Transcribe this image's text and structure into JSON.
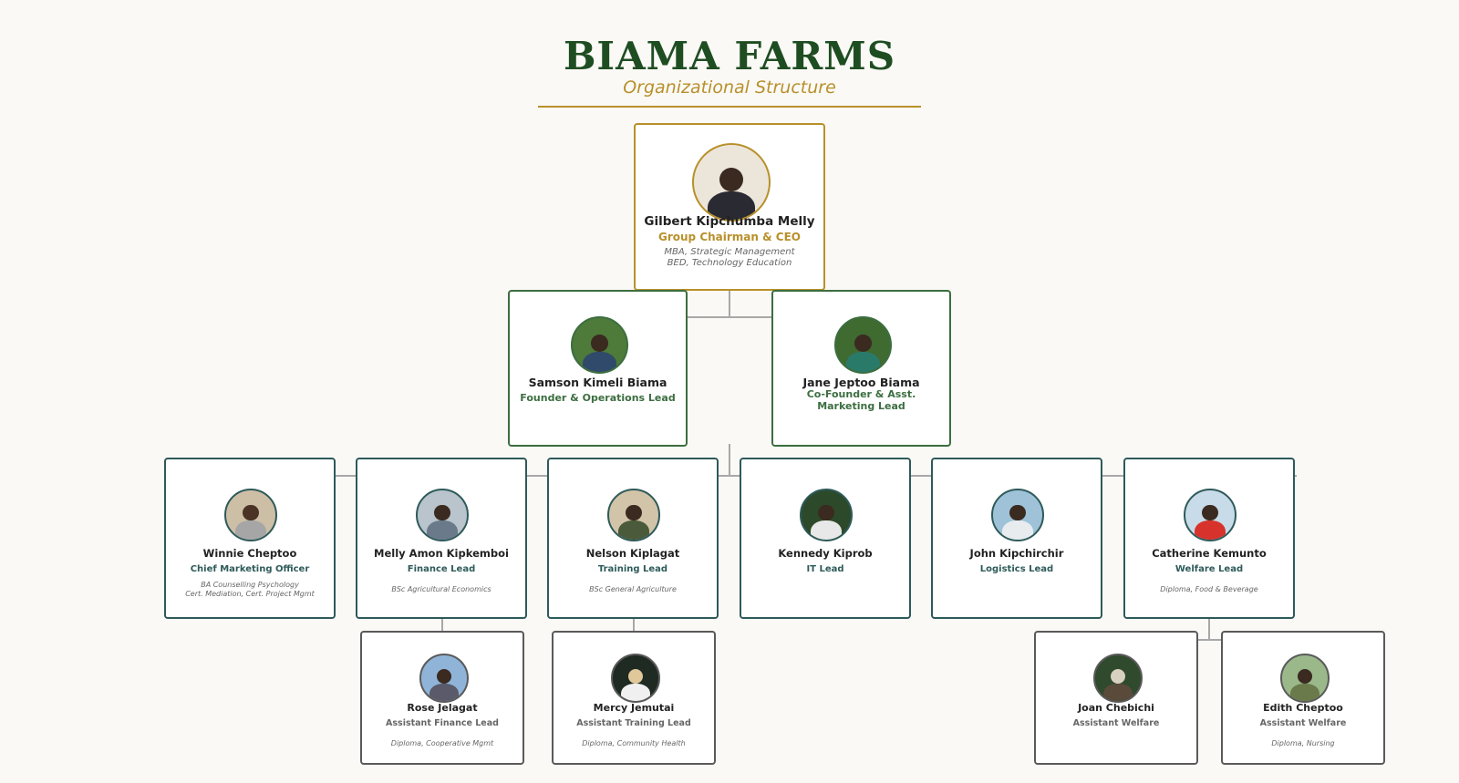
{
  "header": {
    "title": "BIAMA FARMS",
    "subtitle": "Organizational Structure"
  },
  "colors": {
    "gold": "#b8902a",
    "dark_green": "#1f4d22",
    "green": "#3c6e40",
    "teal": "#2e5a5a",
    "gray": "#5a5a5a"
  },
  "ceo": {
    "name": "Gilbert Kipchumba Melly",
    "role": "Group Chairman & CEO",
    "qual1": "MBA, Strategic Management",
    "qual2": "BED, Technology Education"
  },
  "founders": [
    {
      "name": "Samson Kimeli Biama",
      "role": "Founder & Operations Lead"
    },
    {
      "name": "Jane Jeptoo Biama",
      "role1": "Co-Founder & Asst.",
      "role2": "Marketing Lead"
    }
  ],
  "departments": [
    {
      "name": "Winnie Cheptoo",
      "role": "Chief Marketing Officer",
      "qual1": "BA Counselling Psychology",
      "qual2": "Cert. Mediation, Cert. Project Mgmt"
    },
    {
      "name": "Melly Amon Kipkemboi",
      "role": "Finance Lead",
      "qual1": "BSc Agricultural Economics"
    },
    {
      "name": "Nelson Kiplagat",
      "role": "Training Lead",
      "qual1": "BSc General Agriculture"
    },
    {
      "name": "Kennedy Kiprob",
      "role": "IT Lead"
    },
    {
      "name": "John Kipchirchir",
      "role": "Logistics Lead"
    },
    {
      "name": "Catherine Kemunto",
      "role": "Welfare Lead",
      "qual1": "Diploma, Food & Beverage"
    }
  ],
  "assistants": [
    {
      "name": "Rose Jelagat",
      "role": "Assistant Finance Lead",
      "qual1": "Diploma, Cooperative Mgmt"
    },
    {
      "name": "Mercy Jemutai",
      "role": "Assistant Training Lead",
      "qual1": "Diploma, Community Health"
    },
    {
      "name": "Joan Chebichi",
      "role": "Assistant Welfare"
    },
    {
      "name": "Edith Cheptoo",
      "role": "Assistant Welfare",
      "qual1": "Diploma, Nursing"
    }
  ]
}
